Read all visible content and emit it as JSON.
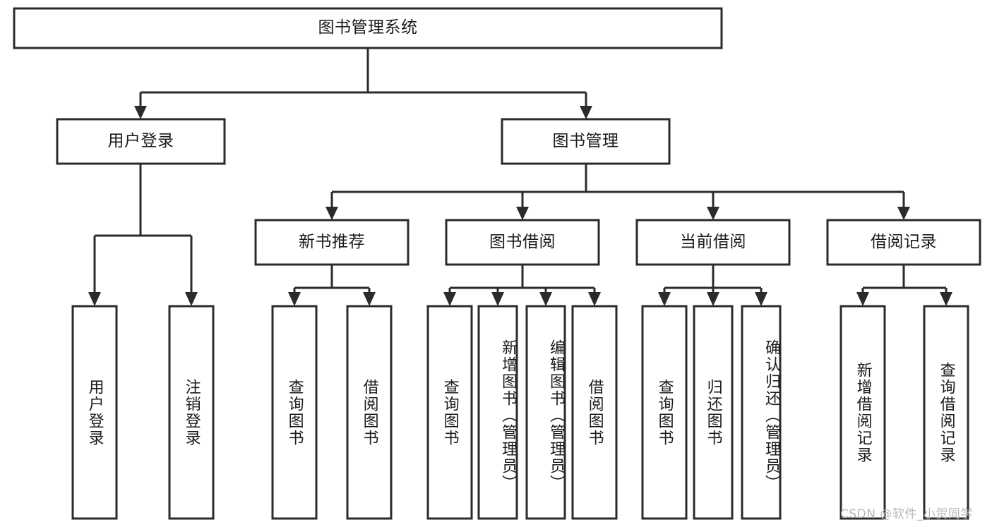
{
  "diagram": {
    "title": "图书管理系统",
    "type": "tree",
    "root": {
      "id": "root",
      "label": "图书管理系统",
      "orientation": "horizontal"
    },
    "level2": [
      {
        "id": "user-login",
        "label": "用户登录",
        "orientation": "horizontal"
      },
      {
        "id": "book-manage",
        "label": "图书管理",
        "orientation": "horizontal"
      }
    ],
    "level3": [
      {
        "id": "new-book-recommend",
        "label": "新书推荐",
        "orientation": "horizontal",
        "parent": "book-manage"
      },
      {
        "id": "book-borrow",
        "label": "图书借阅",
        "orientation": "horizontal",
        "parent": "book-manage"
      },
      {
        "id": "current-borrow",
        "label": "当前借阅",
        "orientation": "horizontal",
        "parent": "book-manage"
      },
      {
        "id": "borrow-record",
        "label": "借阅记录",
        "orientation": "horizontal",
        "parent": "book-manage"
      }
    ],
    "leaves": [
      {
        "id": "leaf-user-login",
        "label": "用户登录",
        "orientation": "vertical",
        "parent": "user-login"
      },
      {
        "id": "leaf-user-logout",
        "label": "注销登录",
        "orientation": "vertical",
        "parent": "user-login"
      },
      {
        "id": "leaf-recommend-query",
        "label": "查询图书",
        "orientation": "vertical",
        "parent": "new-book-recommend"
      },
      {
        "id": "leaf-recommend-borrow",
        "label": "借阅图书",
        "orientation": "vertical",
        "parent": "new-book-recommend"
      },
      {
        "id": "leaf-borrow-query",
        "label": "查询图书",
        "orientation": "vertical",
        "parent": "book-borrow"
      },
      {
        "id": "leaf-borrow-add",
        "label": "新增图书（管理员）",
        "orientation": "vertical",
        "parent": "book-borrow"
      },
      {
        "id": "leaf-borrow-edit",
        "label": "编辑图书（管理员）",
        "orientation": "vertical",
        "parent": "book-borrow"
      },
      {
        "id": "leaf-borrow-lend",
        "label": "借阅图书",
        "orientation": "vertical",
        "parent": "book-borrow"
      },
      {
        "id": "leaf-current-query",
        "label": "查询图书",
        "orientation": "vertical",
        "parent": "current-borrow"
      },
      {
        "id": "leaf-current-return",
        "label": "归还图书",
        "orientation": "vertical",
        "parent": "current-borrow"
      },
      {
        "id": "leaf-current-confirm",
        "label": "确认归还（管理员）",
        "orientation": "vertical",
        "parent": "current-borrow"
      },
      {
        "id": "leaf-record-add",
        "label": "新增借阅记录",
        "orientation": "vertical",
        "parent": "borrow-record"
      },
      {
        "id": "leaf-record-query",
        "label": "查询借阅记录",
        "orientation": "vertical",
        "parent": "borrow-record"
      }
    ],
    "watermark": "CSDN @软件_小贺同学",
    "colors": {
      "stroke": "#2b2b2b",
      "fill": "#ffffff",
      "text": "#1b1b1b",
      "watermark": "#b9b9b9"
    }
  }
}
